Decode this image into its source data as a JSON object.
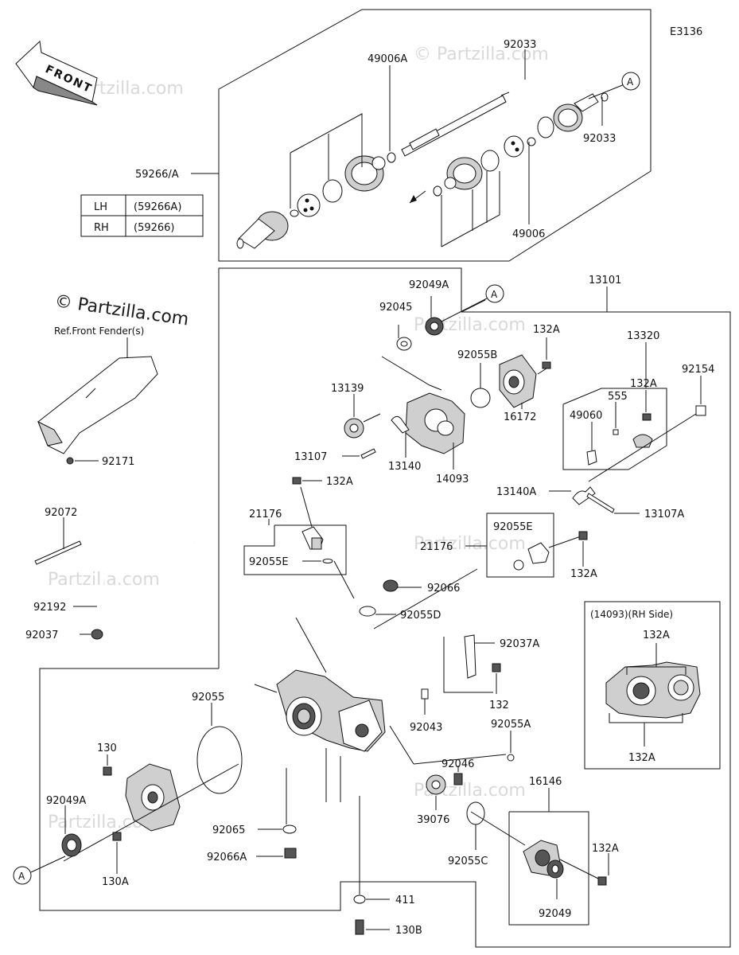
{
  "diagram_code": "E3136",
  "front_label": "FRONT",
  "watermarks": [
    "© Partzilla.com",
    "Partzilla.com"
  ],
  "ref_note": "Ref.Front Fender(s)",
  "lhrh_table": {
    "rows": [
      {
        "side": "LH",
        "part": "(59266A)"
      },
      {
        "side": "RH",
        "part": "(59266)"
      }
    ]
  },
  "inset_title": "(14093)(RH Side)",
  "callout_letter": "A",
  "labels": {
    "p92033_top": "92033",
    "p49006A": "49006A",
    "p92033_right": "92033",
    "p59266A": "59266/A",
    "p49006": "49006",
    "p13101": "13101",
    "p92049A_top": "92049A",
    "p92045": "92045",
    "p132A_1": "132A",
    "p92055B": "92055B",
    "p13320": "13320",
    "p132A_2": "132A",
    "p92154": "92154",
    "p555": "555",
    "p49060": "49060",
    "p13139": "13139",
    "p16172": "16172",
    "p13107": "13107",
    "p13140": "13140",
    "p14093": "14093",
    "p13140A": "13140A",
    "p13107A": "13107A",
    "p92171": "92171",
    "p132A_3": "132A",
    "p92072": "92072",
    "p21176_1": "21176",
    "p92055E_1": "92055E",
    "p92055E_2": "92055E",
    "p21176_2": "21176",
    "p132A_4": "132A",
    "p92066": "92066",
    "p92192": "92192",
    "p92055D": "92055D",
    "p92037": "92037",
    "p92037A": "92037A",
    "p132A_inset_top": "132A",
    "p92055": "92055",
    "p132": "132",
    "p92043": "92043",
    "p92055A": "92055A",
    "p130": "130",
    "p132A_inset_bot": "132A",
    "p92049A_left": "92049A",
    "p92046": "92046",
    "p16146": "16146",
    "p39076": "39076",
    "p92065": "92065",
    "p132A_5": "132A",
    "p92066A": "92066A",
    "p92055C": "92055C",
    "p130A": "130A",
    "p92049": "92049",
    "p411": "411",
    "p130B": "130B"
  }
}
